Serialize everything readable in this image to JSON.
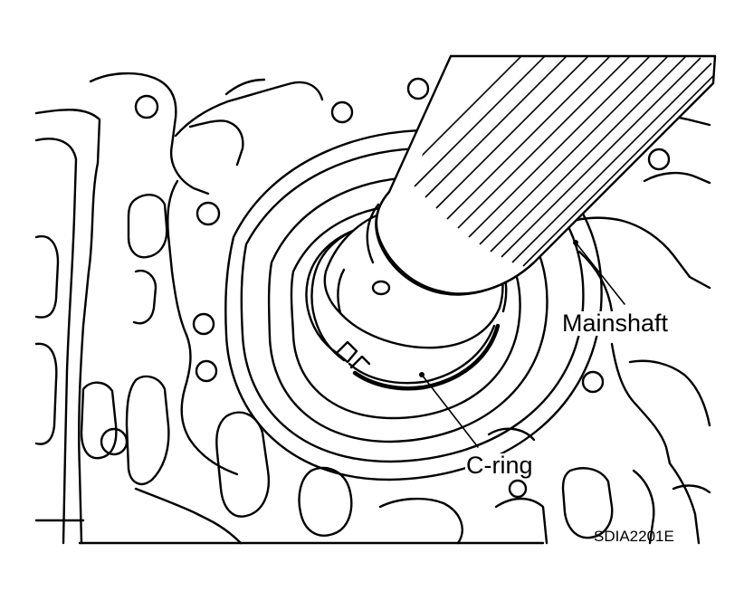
{
  "labels": {
    "mainshaft": "Mainshaft",
    "c_ring": "C-ring"
  },
  "figure_code": "SDIA2201E"
}
